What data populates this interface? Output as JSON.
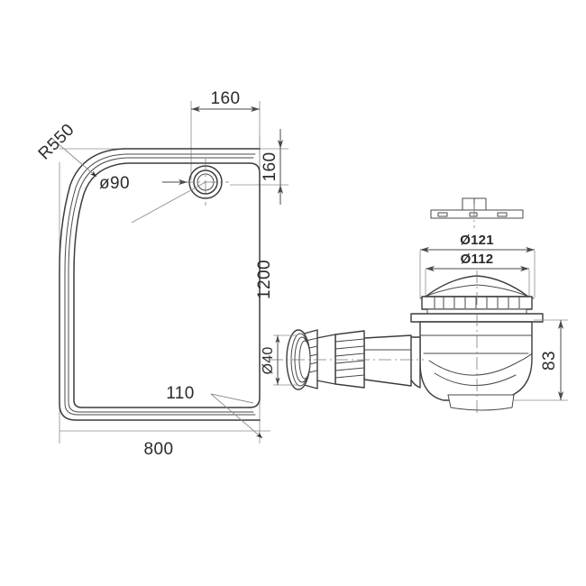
{
  "drawing": {
    "title": "Offset Quadrant Shower Tray and Waste Trap Technical Drawing",
    "background_color": "#ffffff",
    "line_color": "#3c3c3c",
    "dimension_color": "#2b2b2b",
    "extension_line_color": "#8c8c8c"
  },
  "tray_view": {
    "name": "offset-quadrant-shower-tray-plan",
    "dimensions": {
      "radius_label": "R550",
      "waste_hole_diameter": "ø90",
      "waste_offset_horizontal": "160",
      "waste_offset_vertical": "160",
      "overall_length": "1200",
      "overall_width": "800",
      "tray_height": "110"
    }
  },
  "waste_view": {
    "name": "shower-waste-trap-elevation",
    "dimensions": {
      "cap_outer_diameter": "Ø121",
      "cap_inner_diameter": "Ø112",
      "outlet_pipe_diameter": "Ø40",
      "overall_height": "83"
    }
  }
}
